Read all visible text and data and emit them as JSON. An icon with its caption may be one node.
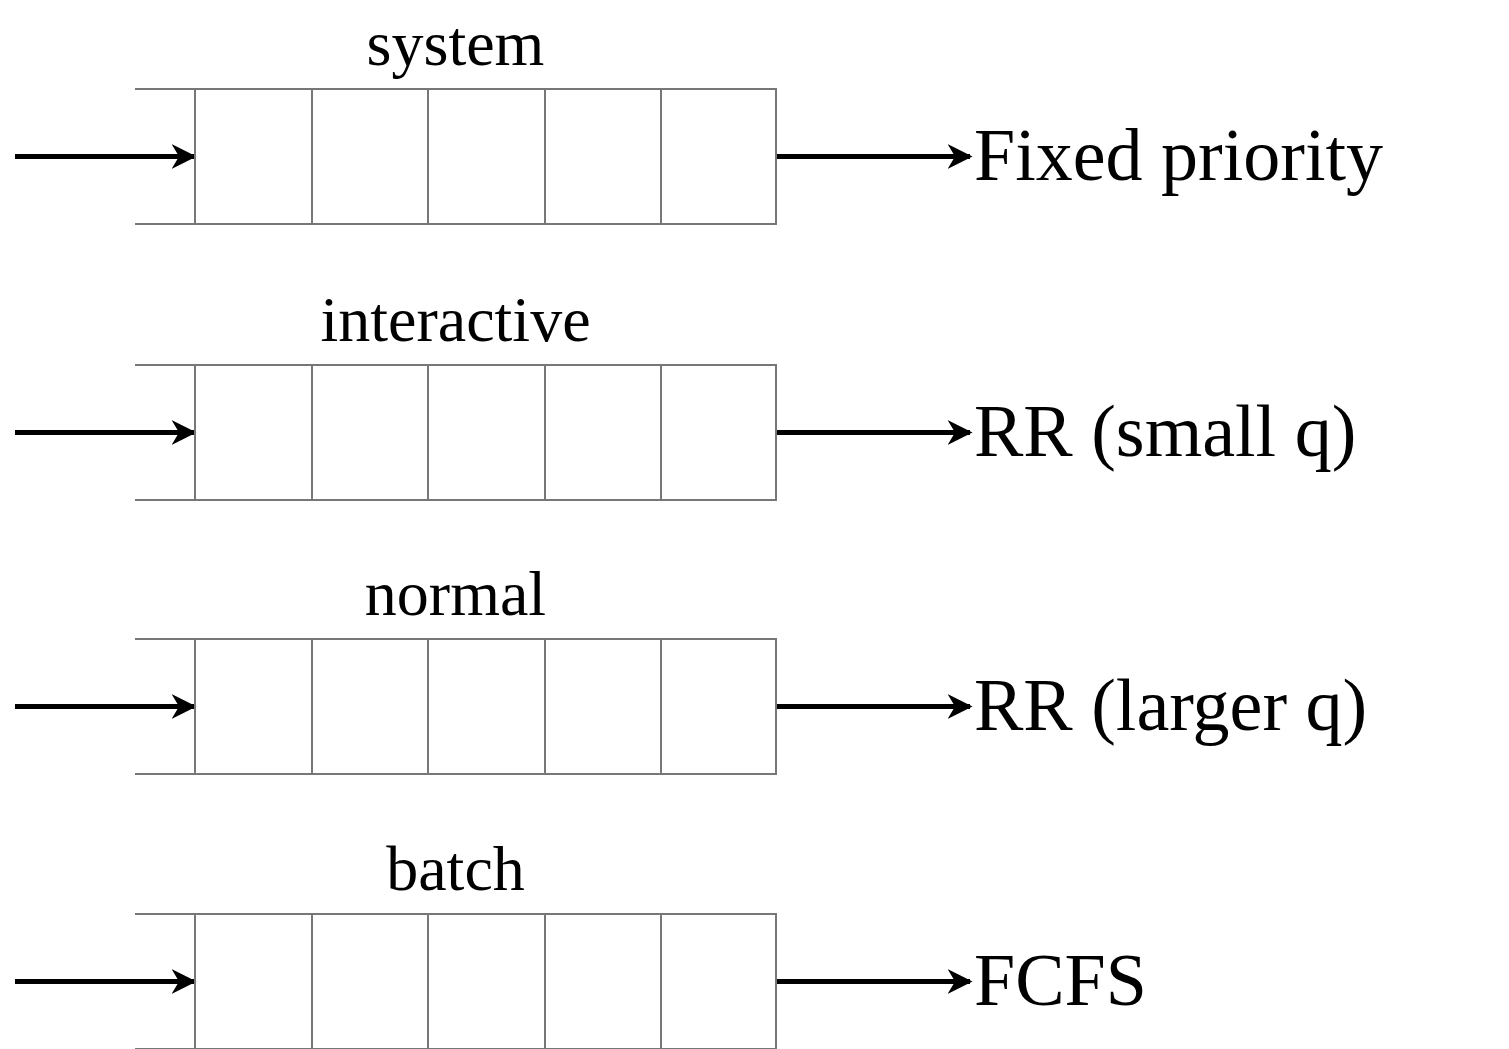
{
  "diagram": {
    "nodes": [
      {
        "text": [
          "system"
        ]
      },
      {
        "text": [
          "Fixed priority"
        ]
      },
      {
        "text": [
          "interactive"
        ]
      },
      {
        "text": [
          "RR (small q)"
        ]
      },
      {
        "text": [
          "normal"
        ]
      },
      {
        "text": [
          "RR (larger q)"
        ]
      },
      {
        "text": [
          "batch"
        ]
      },
      {
        "text": [
          "FCFS"
        ]
      }
    ],
    "edges": [
      {
        "from": null,
        "to": 0,
        "arrow": "to"
      },
      {
        "from": 0,
        "to": 1,
        "arrow": "to"
      },
      {
        "from": null,
        "to": 2,
        "arrow": "to"
      },
      {
        "from": 2,
        "to": 3,
        "arrow": "to"
      },
      {
        "from": null,
        "to": 4,
        "arrow": "to"
      },
      {
        "from": 4,
        "to": 5,
        "arrow": "to"
      },
      {
        "from": null,
        "to": 6,
        "arrow": "to"
      },
      {
        "from": 6,
        "to": 7,
        "arrow": "to"
      }
    ]
  }
}
